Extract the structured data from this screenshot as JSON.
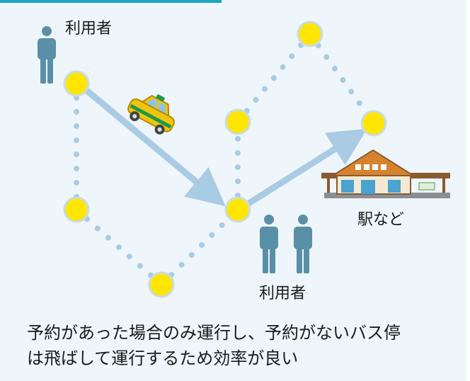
{
  "labels": {
    "user_top": "利用者",
    "user_bottom": "利用者",
    "station": "駅など"
  },
  "caption": {
    "line1": "予約があった場合のみ運行し、予約がないバス停",
    "line2": "は飛ばして運行するため効率が良い"
  },
  "colors": {
    "background": "#eef6fb",
    "accent_tab": "#1aa6bf",
    "stop_fill": "#ffe600",
    "stop_stroke": "#c9dbe6",
    "dot_route": "#a9cbe4",
    "arrow_route": "#a9cbe4",
    "person": "#5a8fa8"
  },
  "icons": [
    "person-icon",
    "taxi-icon",
    "station-building-icon",
    "bus-stop-icon"
  ]
}
